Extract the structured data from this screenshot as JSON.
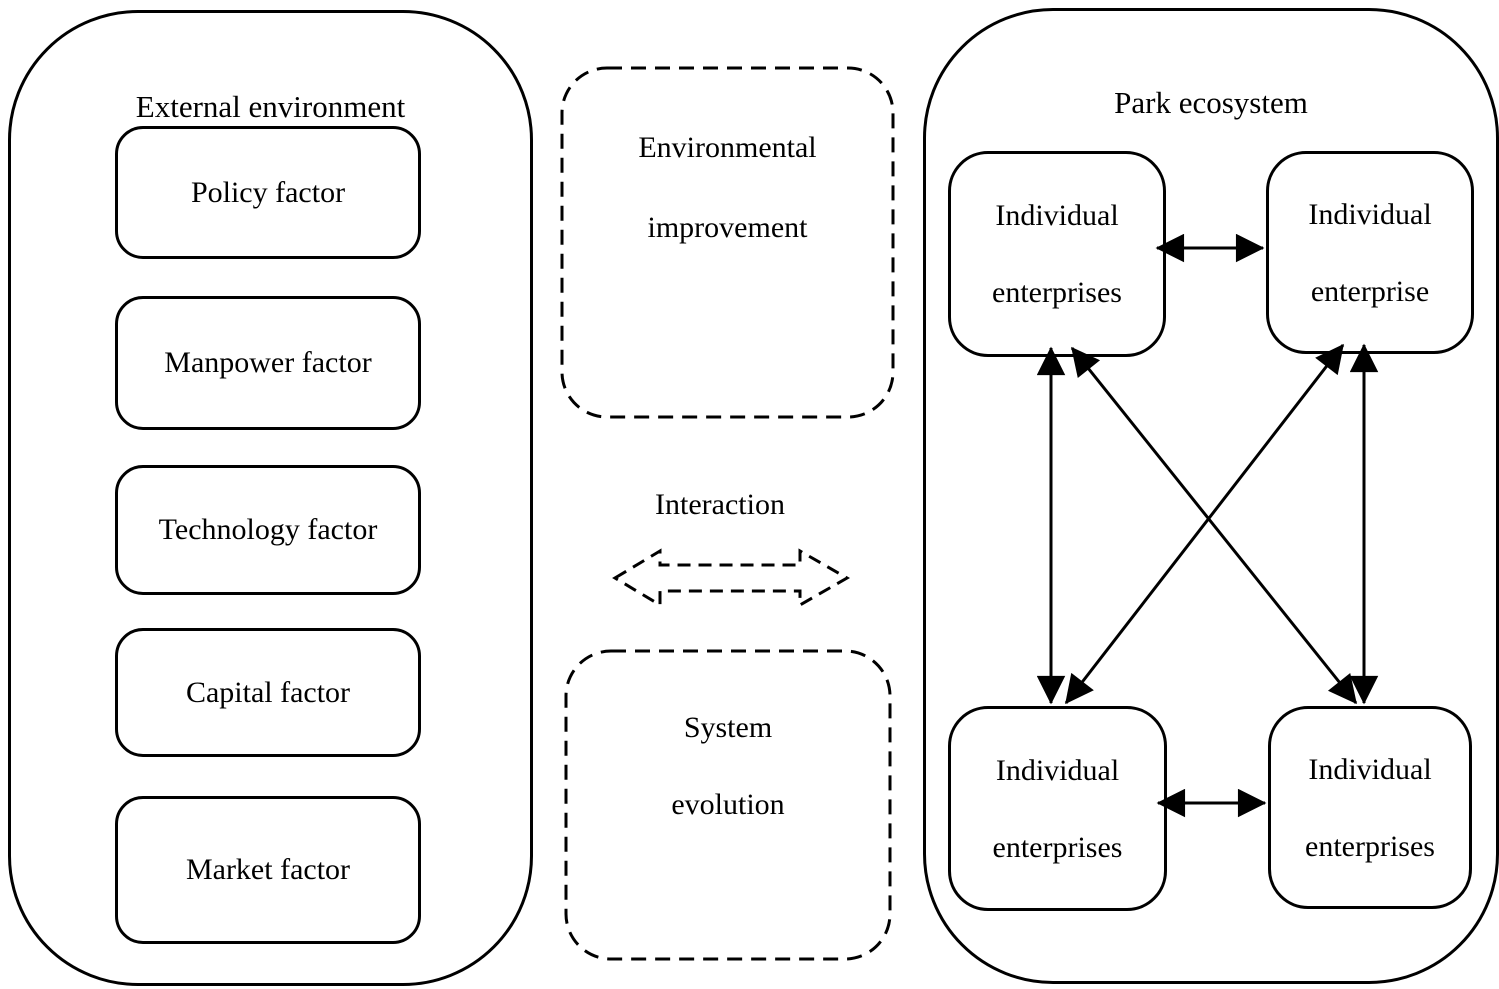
{
  "colors": {
    "line": "#000000",
    "background": "#ffffff"
  },
  "external": {
    "title": "External environment",
    "factors": [
      "Policy factor",
      "Manpower factor",
      "Technology factor",
      "Capital factor",
      "Market factor"
    ]
  },
  "middle": {
    "environmental_improvement": [
      "Environmental",
      "improvement"
    ],
    "interaction": "Interaction",
    "system_evolution": [
      "System",
      "evolution"
    ]
  },
  "park": {
    "title": "Park ecosystem",
    "nodes": [
      [
        "Individual",
        "enterprises"
      ],
      [
        "Individual",
        "enterprise"
      ],
      [
        "Individual",
        "enterprises"
      ],
      [
        "Individual",
        "enterprises"
      ]
    ]
  }
}
